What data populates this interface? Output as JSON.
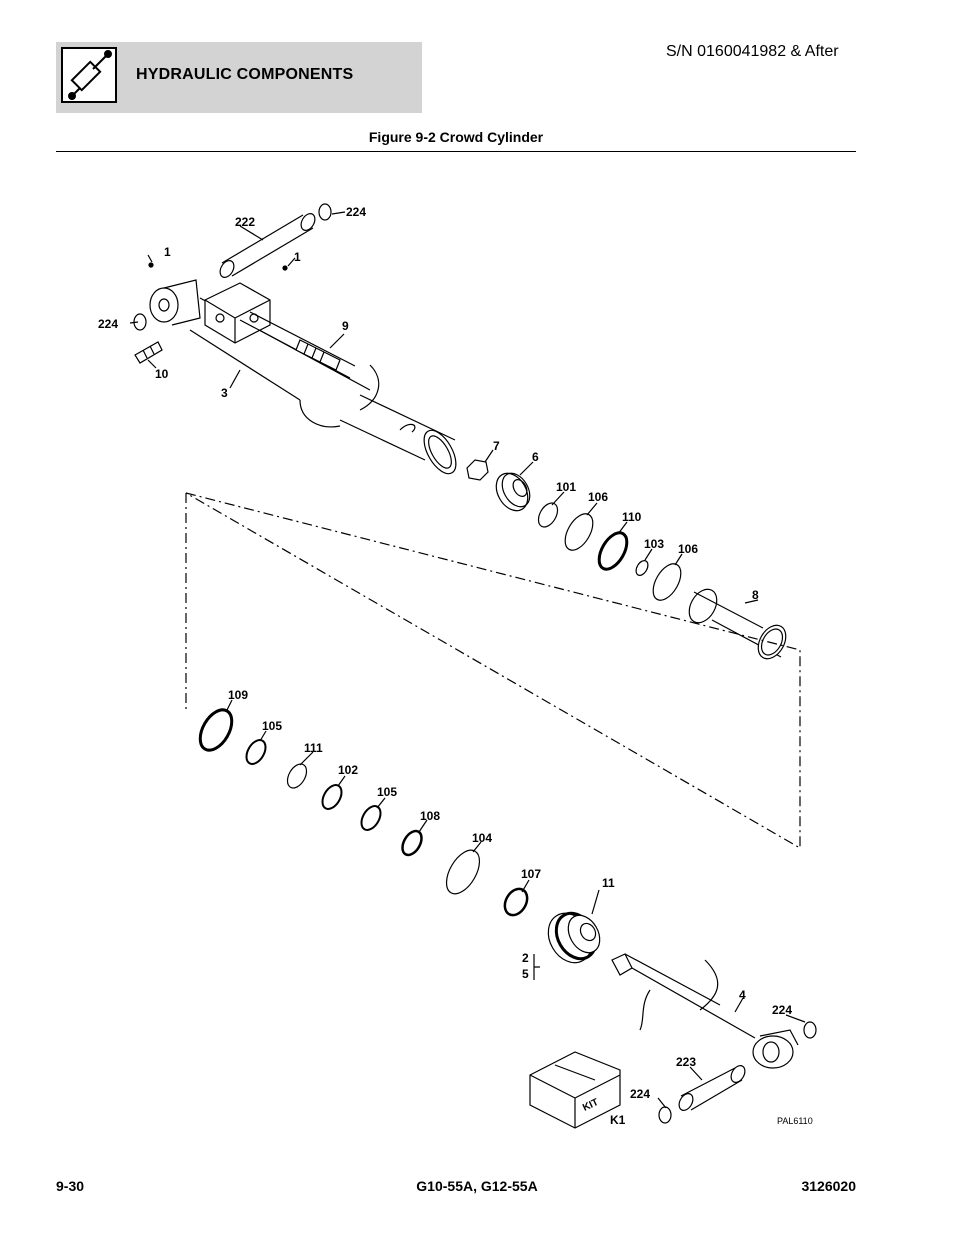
{
  "header": {
    "section_title": "HYDRAULIC COMPONENTS",
    "icon": "hydraulic-cylinder-icon",
    "serial": "S/N 0160041982 & After"
  },
  "figure": {
    "title": "Figure 9-2 Crowd Cylinder",
    "drawing_code": "PAL6110",
    "callouts": {
      "c222": "222",
      "c224a": "224",
      "c1a": "1",
      "c1b": "1",
      "c224b": "224",
      "c9": "9",
      "c10": "10",
      "c3": "3",
      "c7": "7",
      "c6": "6",
      "c101": "101",
      "c106a": "106",
      "c110": "110",
      "c103": "103",
      "c106b": "106",
      "c8": "8",
      "c109": "109",
      "c105a": "105",
      "c111": "111",
      "c102": "102",
      "c105b": "105",
      "c108": "108",
      "c104": "104",
      "c107": "107",
      "c11": "11",
      "c2": "2",
      "c5": "5",
      "c4": "4",
      "c224c": "224",
      "c223": "223",
      "c224d": "224",
      "ck1": "K1",
      "kit": "KIT"
    }
  },
  "footer": {
    "page": "9-30",
    "models": "G10-55A, G12-55A",
    "doc_number": "3126020"
  }
}
